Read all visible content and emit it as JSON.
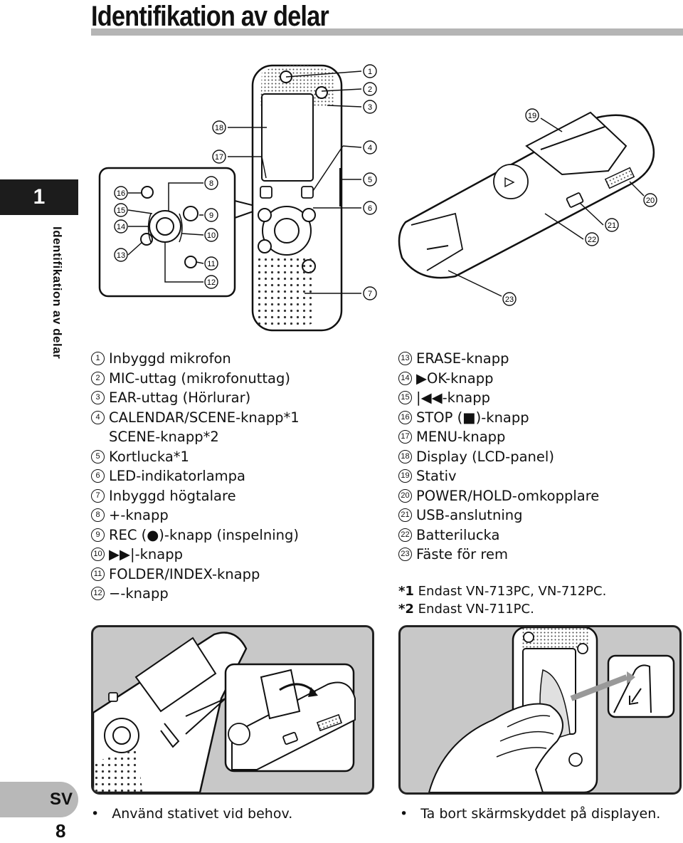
{
  "page_title": "Identifikation av delar",
  "chapter_number": "1",
  "side_label": "Identifikation av delar",
  "language_tab": "SV",
  "page_number": "8",
  "parts_left": [
    {
      "n": "1",
      "label": "Inbyggd mikrofon"
    },
    {
      "n": "2",
      "label": "MIC-uttag (mikrofonuttag)"
    },
    {
      "n": "3",
      "label": "EAR-uttag (Hörlurar)"
    },
    {
      "n": "4",
      "label": "CALENDAR/SCENE-knapp*1"
    },
    {
      "n": "",
      "label": "SCENE-knapp*2"
    },
    {
      "n": "5",
      "label": "Kortlucka*1"
    },
    {
      "n": "6",
      "label": "LED-indikatorlampa"
    },
    {
      "n": "7",
      "label": "Inbyggd högtalare"
    },
    {
      "n": "8",
      "label": "+-knapp"
    },
    {
      "n": "9",
      "label": "REC (●)-knapp (inspelning)"
    },
    {
      "n": "10",
      "label": "▶▶|-knapp"
    },
    {
      "n": "11",
      "label": "FOLDER/INDEX-knapp"
    },
    {
      "n": "12",
      "label": "−-knapp"
    }
  ],
  "parts_right": [
    {
      "n": "13",
      "label": "ERASE-knapp"
    },
    {
      "n": "14",
      "label": "▶OK-knapp"
    },
    {
      "n": "15",
      "label": "|◀◀-knapp"
    },
    {
      "n": "16",
      "label": "STOP (■)-knapp"
    },
    {
      "n": "17",
      "label": "MENU-knapp"
    },
    {
      "n": "18",
      "label": "Display (LCD-panel)"
    },
    {
      "n": "19",
      "label": "Stativ"
    },
    {
      "n": "20",
      "label": "POWER/HOLD-omkopplare"
    },
    {
      "n": "21",
      "label": "USB-anslutning"
    },
    {
      "n": "22",
      "label": "Batterilucka"
    },
    {
      "n": "23",
      "label": "Fäste för rem"
    }
  ],
  "notes": [
    {
      "mark": "*1",
      "text": " Endast VN-713PC, VN-712PC."
    },
    {
      "mark": "*2",
      "text": " Endast VN-711PC."
    }
  ],
  "caption_left": "Använd stativet vid behov.",
  "caption_right": "Ta bort skärmskyddet på displayen.",
  "bullet": "•",
  "diagram_callouts": {
    "front": [
      "1",
      "2",
      "3",
      "4",
      "5",
      "6",
      "7",
      "17",
      "18"
    ],
    "detail": [
      "8",
      "9",
      "10",
      "11",
      "12",
      "13",
      "14",
      "15",
      "16"
    ],
    "back": [
      "19",
      "20",
      "21",
      "22",
      "23"
    ]
  }
}
